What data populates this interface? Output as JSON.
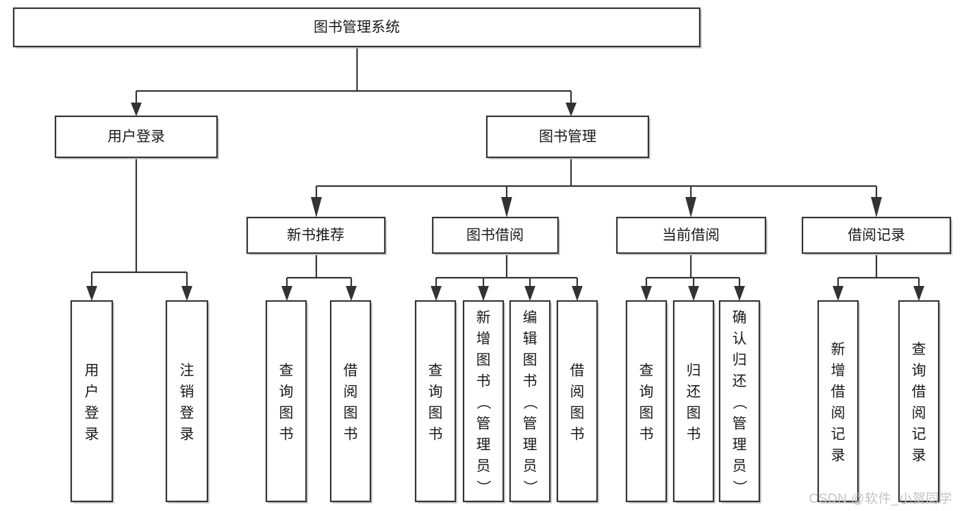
{
  "diagram": {
    "type": "tree-hierarchy",
    "title": "图书管理系统",
    "watermark": "CSDN @软件_小贺同学",
    "colors": {
      "box_stroke": "#333333",
      "box_fill": "#ffffff",
      "connector": "#333333",
      "text": "#1a1a1a",
      "watermark": "#c3c3c3",
      "background": "#ffffff"
    },
    "levels": [
      {
        "level": 1,
        "nodes": [
          {
            "id": "root",
            "label": "图书管理系统",
            "orientation": "horizontal"
          }
        ]
      },
      {
        "level": 2,
        "nodes": [
          {
            "id": "login",
            "label": "用户登录",
            "orientation": "horizontal",
            "parent": "root"
          },
          {
            "id": "bookmgmt",
            "label": "图书管理",
            "orientation": "horizontal",
            "parent": "root"
          }
        ]
      },
      {
        "level": 3,
        "nodes": [
          {
            "id": "newbook",
            "label": "新书推荐",
            "orientation": "horizontal",
            "parent": "bookmgmt"
          },
          {
            "id": "borrow",
            "label": "图书借阅",
            "orientation": "horizontal",
            "parent": "bookmgmt"
          },
          {
            "id": "current",
            "label": "当前借阅",
            "orientation": "horizontal",
            "parent": "bookmgmt"
          },
          {
            "id": "records",
            "label": "借阅记录",
            "orientation": "horizontal",
            "parent": "bookmgmt"
          }
        ]
      },
      {
        "level": 4,
        "nodes": [
          {
            "id": "leaf-user-login",
            "label": "用户登录",
            "orientation": "vertical",
            "parent": "login"
          },
          {
            "id": "leaf-user-logout",
            "label": "注销登录",
            "orientation": "vertical",
            "parent": "login"
          },
          {
            "id": "leaf-query-book-1",
            "label": "查询图书",
            "orientation": "vertical",
            "parent": "newbook"
          },
          {
            "id": "leaf-borrow-book-1",
            "label": "借阅图书",
            "orientation": "vertical",
            "parent": "newbook"
          },
          {
            "id": "leaf-query-book-2",
            "label": "查询图书",
            "orientation": "vertical",
            "parent": "borrow"
          },
          {
            "id": "leaf-add-book",
            "label": "新增图书（管理员）",
            "orientation": "vertical",
            "parent": "borrow"
          },
          {
            "id": "leaf-edit-book",
            "label": "编辑图书（管理员）",
            "orientation": "vertical",
            "parent": "borrow"
          },
          {
            "id": "leaf-borrow-book-2",
            "label": "借阅图书",
            "orientation": "vertical",
            "parent": "borrow"
          },
          {
            "id": "leaf-query-book-3",
            "label": "查询图书",
            "orientation": "vertical",
            "parent": "current"
          },
          {
            "id": "leaf-return-book",
            "label": "归还图书",
            "orientation": "vertical",
            "parent": "current"
          },
          {
            "id": "leaf-confirm-return",
            "label": "确认归还（管理员）",
            "orientation": "vertical",
            "parent": "current"
          },
          {
            "id": "leaf-add-record",
            "label": "新增借阅记录",
            "orientation": "vertical",
            "parent": "records"
          },
          {
            "id": "leaf-query-record",
            "label": "查询借阅记录",
            "orientation": "vertical",
            "parent": "records"
          }
        ]
      }
    ]
  }
}
